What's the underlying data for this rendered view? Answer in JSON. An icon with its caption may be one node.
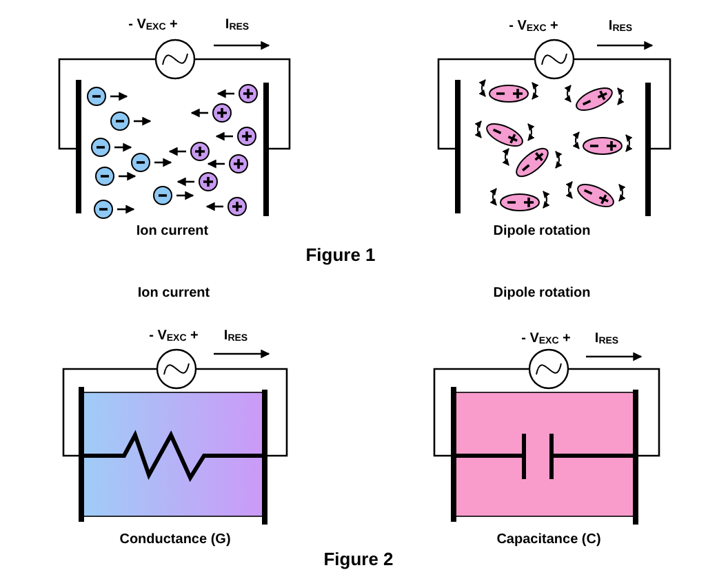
{
  "diagram": {
    "labels": [
      "- V$_{EXC}$ +",
      "I$_{RES}$",
      "- V$_{EXC}$ +",
      "I$_{RES}$",
      "Ion current",
      "Dipole rotation",
      "Figure 1",
      "Ion current",
      "Dipole rotation",
      "- V$_{EXC}$ +",
      "I$_{RES}$",
      "- V$_{EXC}$ +",
      "I$_{RES}$",
      "Conductance (G)",
      "Capacitance (C)",
      "Figure 2"
    ]
  }
}
